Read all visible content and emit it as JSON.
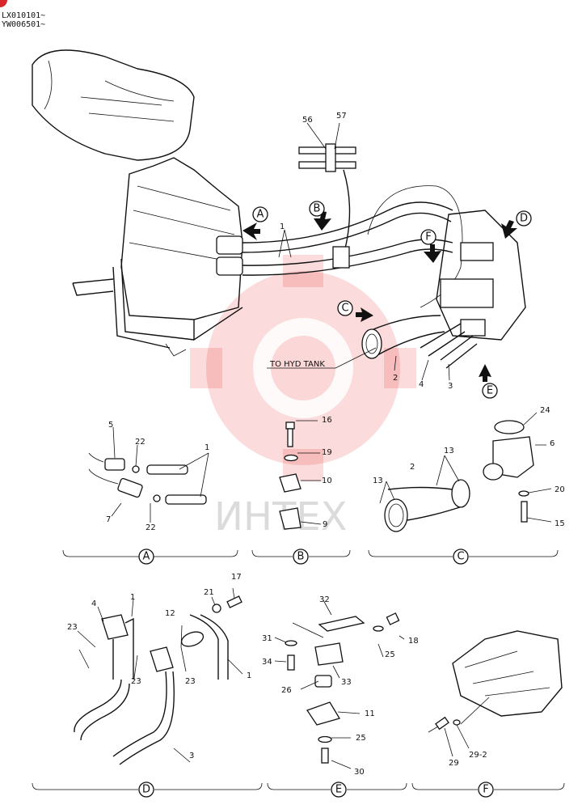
{
  "header": {
    "line1": "LX010101~",
    "line2": "YW006501~"
  },
  "watermark": {
    "text": "ИНТЕХ",
    "color": "#e83a3a"
  },
  "main_note": "TO HYD TANK",
  "views": {
    "A": "A",
    "B": "B",
    "C": "C",
    "D": "D",
    "E": "E",
    "F": "F"
  },
  "parts": {
    "p1": "1",
    "p2": "2",
    "p3": "3",
    "p4": "4",
    "p5": "5",
    "p6": "6",
    "p7": "7",
    "p9": "9",
    "p10": "10",
    "p11": "11",
    "p12": "12",
    "p13": "13",
    "p15": "15",
    "p16": "16",
    "p17": "17",
    "p18": "18",
    "p19": "19",
    "p20": "20",
    "p21": "21",
    "p22": "22",
    "p23": "23",
    "p24": "24",
    "p25": "25",
    "p26": "26",
    "p29": "29",
    "p29_2": "29-2",
    "p30": "30",
    "p31": "31",
    "p32": "32",
    "p33": "33",
    "p34": "34",
    "p56": "56",
    "p57": "57"
  }
}
